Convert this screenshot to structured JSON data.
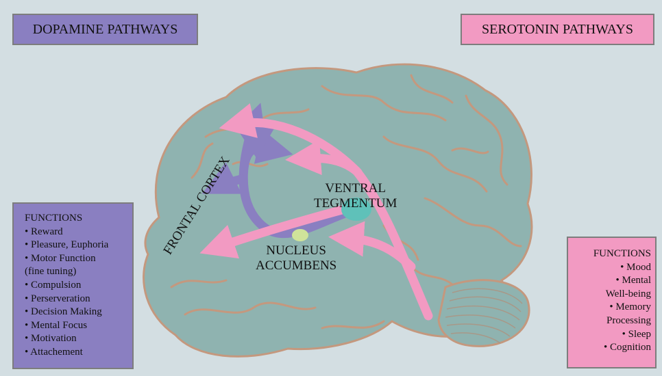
{
  "dopamine": {
    "title": "DOPAMINE PATHWAYS",
    "color": "#8a7fc1",
    "functions_heading": "FUNCTIONS",
    "functions": [
      "• Reward",
      "• Pleasure, Euphoria",
      "• Motor Function",
      "(fine tuning)",
      "• Compulsion",
      "• Perserveration",
      "• Decision Making",
      "• Mental Focus",
      "• Motivation",
      "• Attachement"
    ]
  },
  "serotonin": {
    "title": "SEROTONIN PATHWAYS",
    "color": "#f29ac2",
    "functions_heading": "FUNCTIONS",
    "functions": [
      "• Mood",
      "• Mental",
      "Well-being",
      "• Memory",
      "Processing",
      "• Sleep",
      "• Cognition"
    ]
  },
  "labels": {
    "ventral_tegmentum_line1": "VENTRAL",
    "ventral_tegmentum_line2": "TEGMENTUM",
    "nucleus_accumbens_line1": "NUCLEUS",
    "nucleus_accumbens_line2": "ACCUMBENS",
    "frontal_cortex": "FRONTAL CORTEX"
  },
  "colors": {
    "background": "#d3dee2",
    "brain_fill": "#8fb3b0",
    "brain_outline": "#c4987e",
    "ventral_tegmentum": "#5fc1b9",
    "nucleus_accumbens": "#cfe39a"
  }
}
